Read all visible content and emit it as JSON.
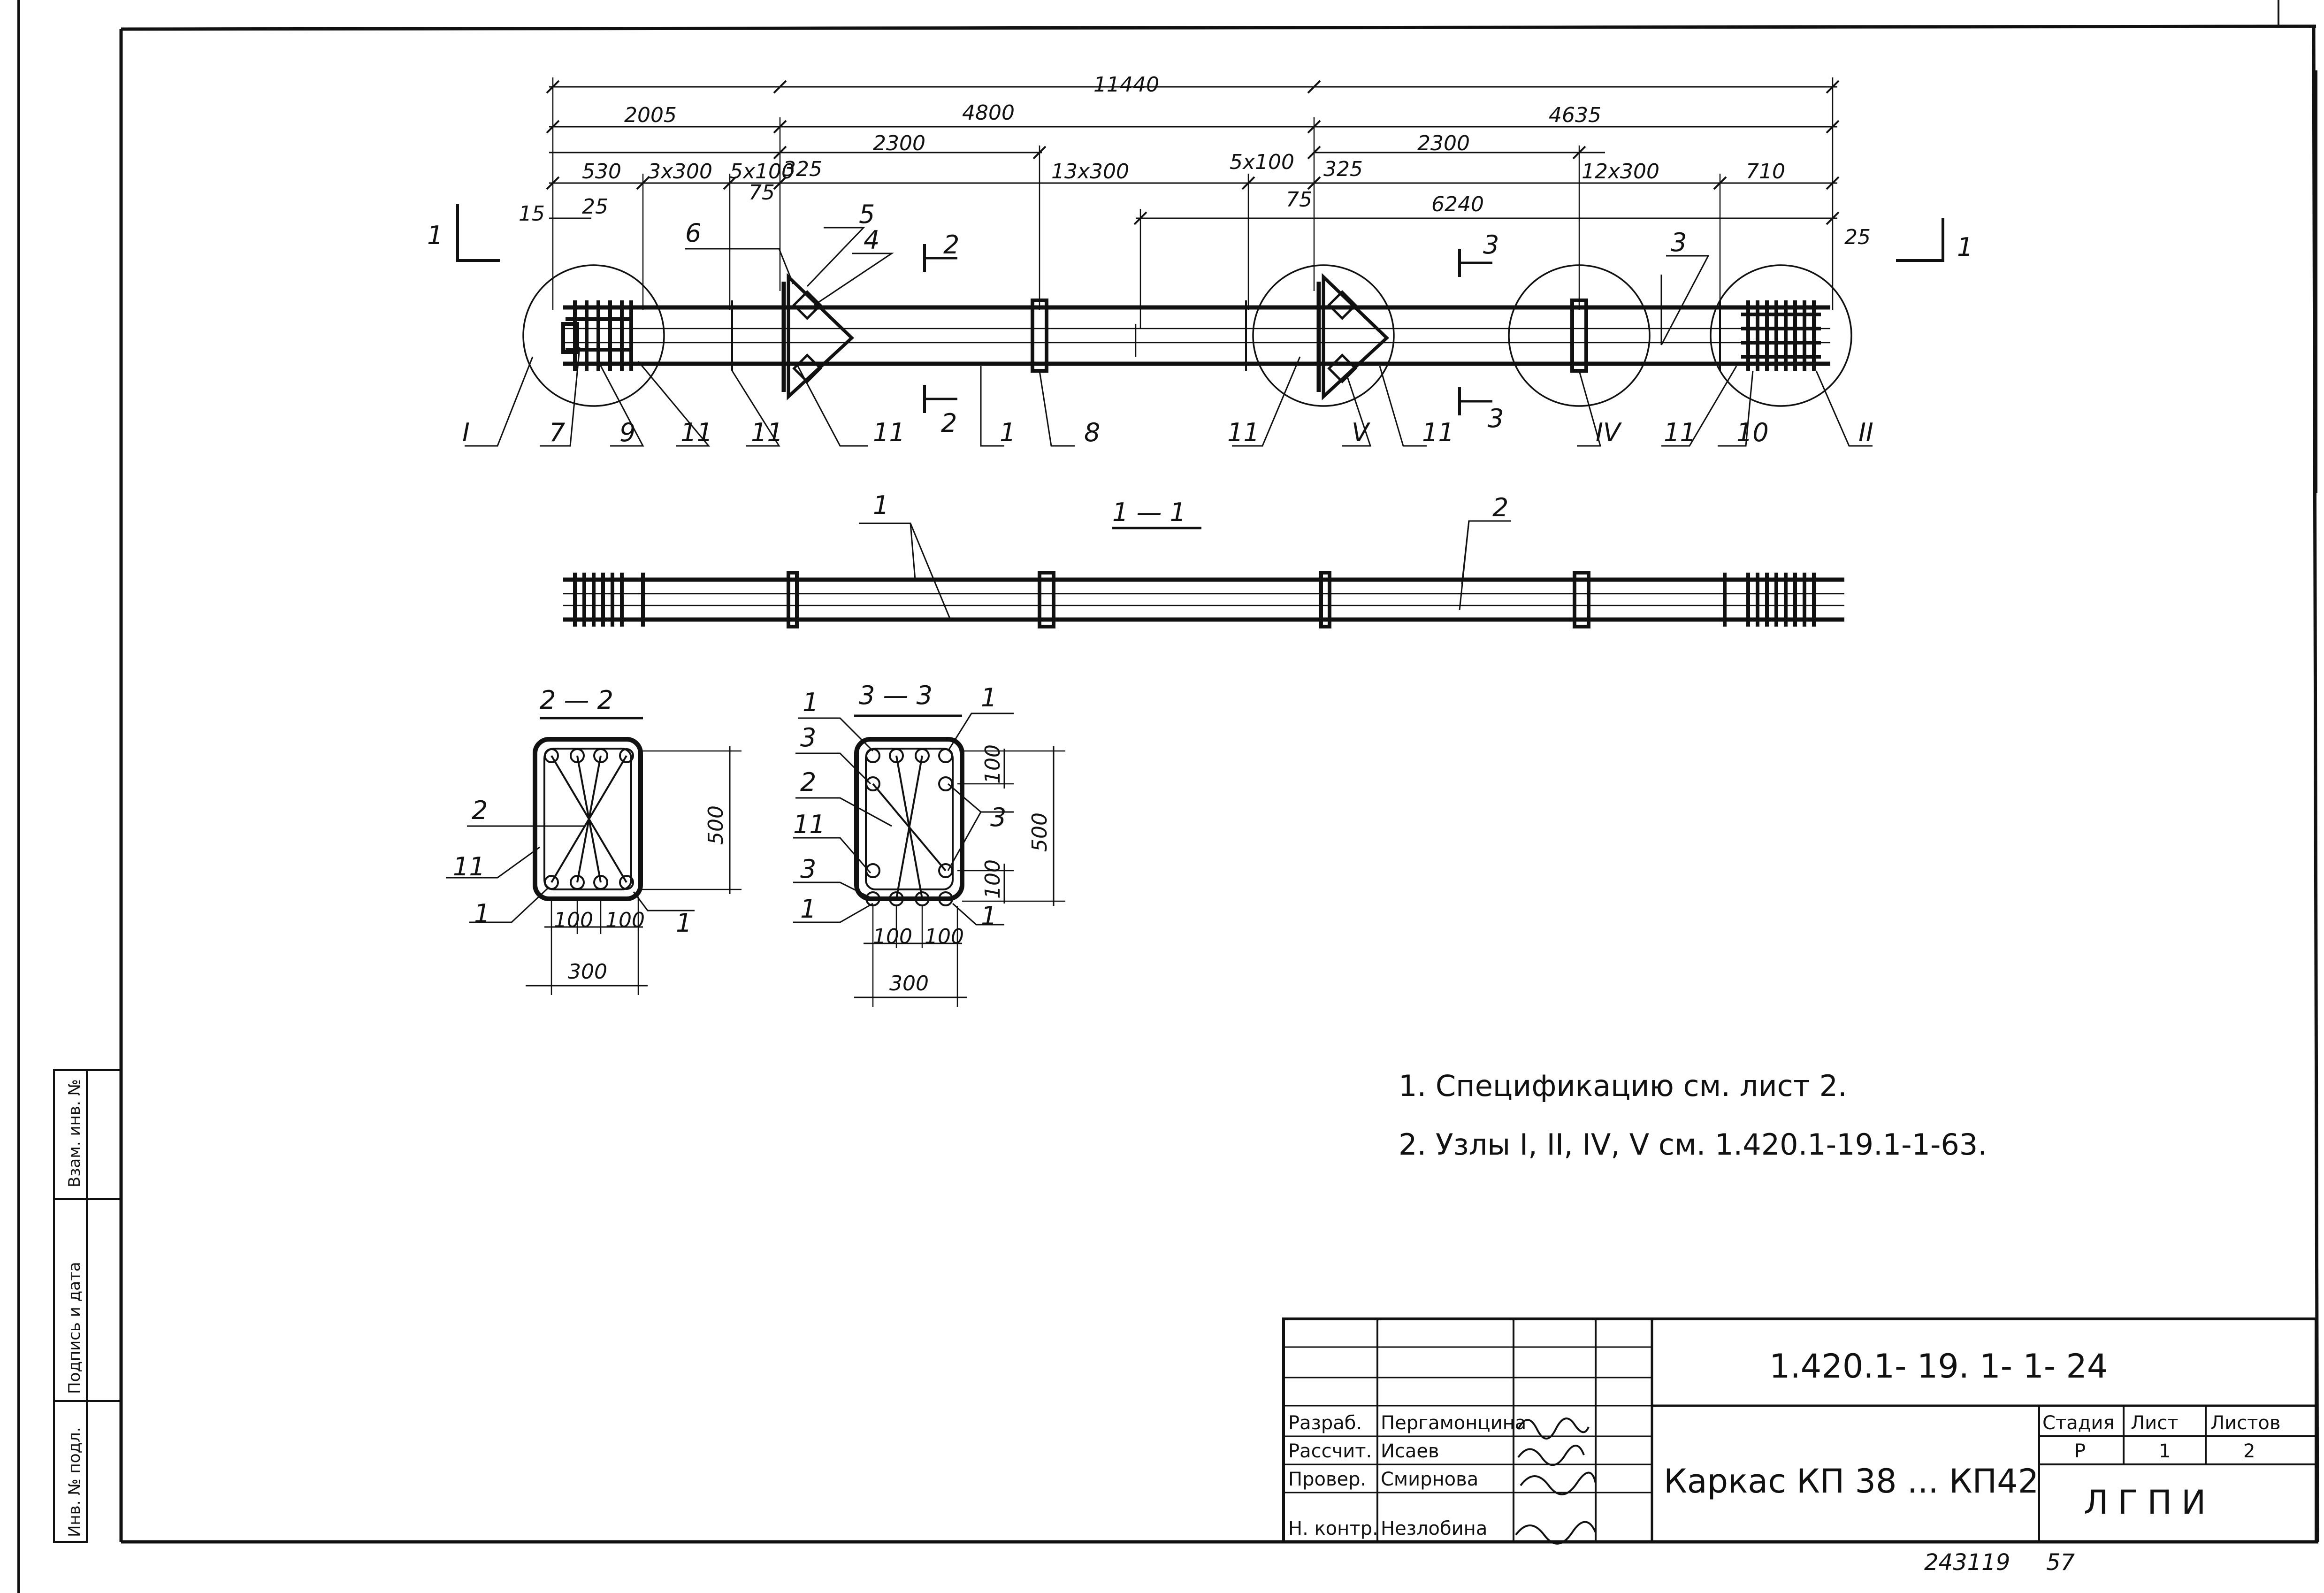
{
  "drawing": {
    "dims": [
      "11440",
      "2005",
      "4800",
      "4635",
      "2300",
      "530",
      "3x300",
      "5x100",
      "325",
      "13x300",
      "12x300",
      "710",
      "75",
      "6240",
      "15",
      "25",
      "500",
      "300",
      "100"
    ],
    "positions": [
      "I",
      "7",
      "9",
      "11",
      "1",
      "8",
      "V",
      "IV",
      "10",
      "II",
      "6",
      "5",
      "4",
      "3",
      "2"
    ],
    "section_marks": [
      "1",
      "2",
      "3"
    ],
    "section_titles": [
      "1 — 1",
      "2 — 2",
      "3 — 3"
    ]
  },
  "notes": [
    "1. Спецификацию см. лист 2.",
    "2. Узлы I, II, IV, V см. 1.420.1-19.1-1-63."
  ],
  "title_block": {
    "code": "1.420.1- 19. 1- 1- 24",
    "title": "Каркас КП 38 ... КП42",
    "stage_header": "Стадия",
    "sheet_header": "Лист",
    "sheets_header": "Листов",
    "stage": "Р",
    "sheet": "1",
    "sheets": "2",
    "organization": "ЛГПИ",
    "roles": [
      "Разраб.",
      "Рассчит.",
      "Провер.",
      "Н. контр."
    ],
    "names": [
      "Пергамонцина",
      "Исаев",
      "Смирнова",
      "Незлобина"
    ]
  },
  "side_stamp": [
    "Взам. инв. №",
    "Подпись и дата",
    "Инв. № подл."
  ],
  "archive": {
    "number": "243119",
    "page": "57"
  }
}
